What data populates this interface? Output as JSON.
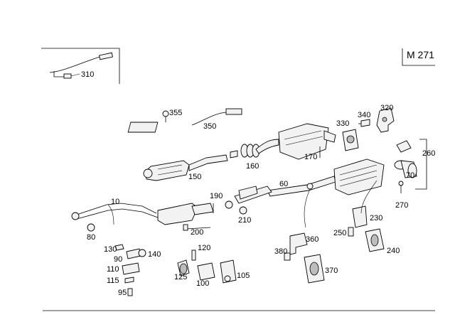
{
  "model_code": "M 271",
  "labels": {
    "p10": "10",
    "p60": "60",
    "p70": "70",
    "p80": "80",
    "p90": "90",
    "p95": "95",
    "p100": "100",
    "p105": "105",
    "p110": "110",
    "p115": "115",
    "p120": "120",
    "p125": "125",
    "p130": "130",
    "p140": "140",
    "p150": "150",
    "p160": "160",
    "p170": "170",
    "p190": "190",
    "p200": "200",
    "p210": "210",
    "p230": "230",
    "p240": "240",
    "p250": "250",
    "p260": "260",
    "p270": "270",
    "p310": "310",
    "p320": "320",
    "p330": "330",
    "p340": "340",
    "p350": "350",
    "p355": "355",
    "p360": "360",
    "p370": "370",
    "p380": "380"
  }
}
